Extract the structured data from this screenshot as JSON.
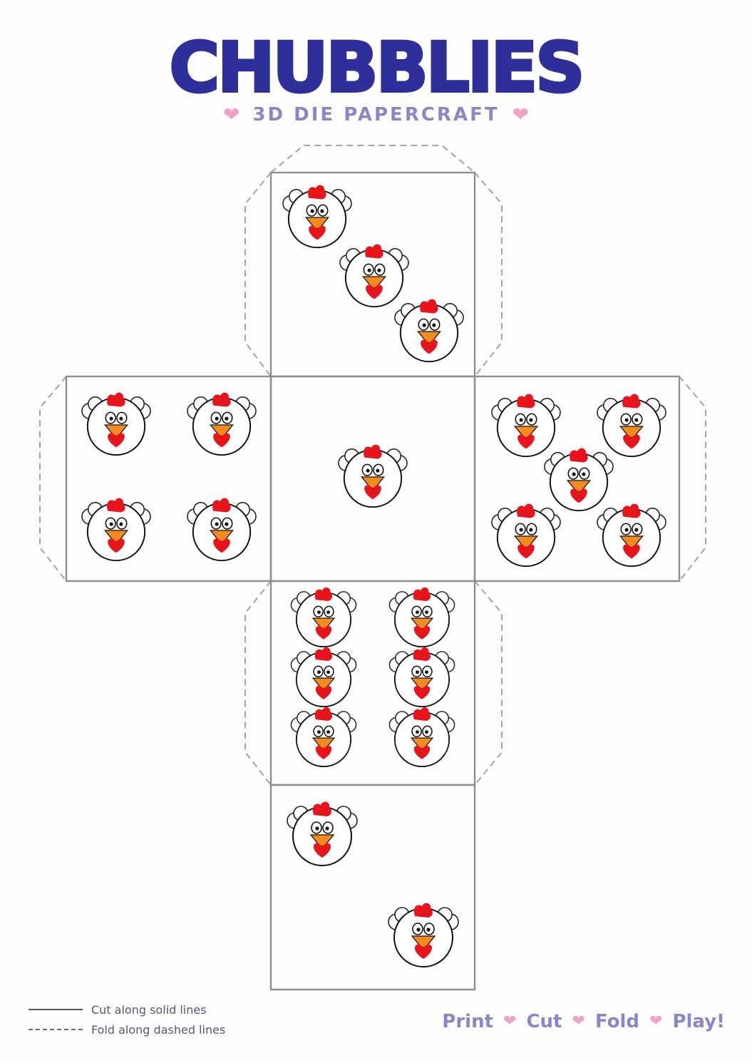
{
  "header": {
    "title": "CHUBBLIES",
    "subtitle": "3D DIE PAPERCRAFT"
  },
  "legend": {
    "solid_label": "Cut along solid lines",
    "dashed_label": "Fold along dashed lines"
  },
  "footer_steps": [
    "Print",
    "Cut",
    "Fold",
    "Play!"
  ],
  "die_faces": [
    {
      "face": "top",
      "pips": 3,
      "icon": "chicken-icon"
    },
    {
      "face": "left",
      "pips": 4,
      "icon": "chicken-icon"
    },
    {
      "face": "center",
      "pips": 1,
      "icon": "chicken-icon"
    },
    {
      "face": "right",
      "pips": 5,
      "icon": "chicken-icon"
    },
    {
      "face": "lower",
      "pips": 6,
      "icon": "chicken-icon"
    },
    {
      "face": "bottom",
      "pips": 2,
      "icon": "chicken-icon"
    }
  ],
  "colors": {
    "brand": "#2e2f9a",
    "subtitle": "#8c86c8",
    "heart": "#f3a0cb",
    "comb": "#e8141b",
    "beak": "#f58a1f",
    "wattle": "#e8141b",
    "cut_line": "#8e8e8e",
    "fold_line": "#a3a3a3"
  }
}
